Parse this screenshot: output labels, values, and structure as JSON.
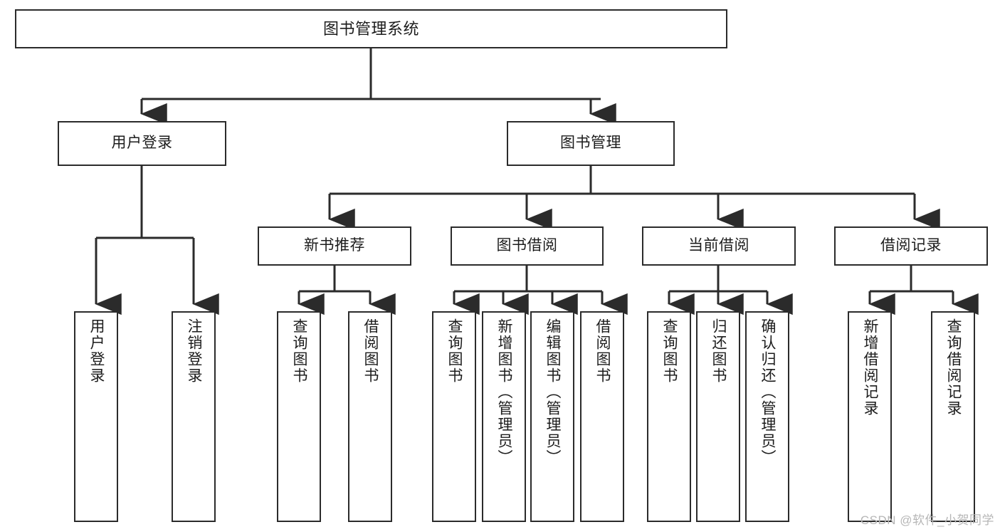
{
  "diagram": {
    "title": "图书管理系统",
    "type": "tree-hierarchy-chart",
    "watermark": "CSDN @软件_小贺同学",
    "colors": {
      "stroke": "#2b2b2b",
      "fill": "#ffffff",
      "text": "#1c1c1c",
      "watermark": "#b6b6b6"
    }
  },
  "nodes": {
    "root": {
      "label": "图书管理系统"
    },
    "level2": [
      {
        "id": "user-login",
        "label": "用户登录"
      },
      {
        "id": "book-manage",
        "label": "图书管理"
      }
    ],
    "level3": [
      {
        "id": "new-book-recommend",
        "label": "新书推荐"
      },
      {
        "id": "book-borrow",
        "label": "图书借阅"
      },
      {
        "id": "current-borrow",
        "label": "当前借阅"
      },
      {
        "id": "borrow-record",
        "label": "借阅记录"
      }
    ],
    "leaves": [
      {
        "id": "leaf-user-login",
        "label": "用户登录",
        "parent": "user-login"
      },
      {
        "id": "leaf-user-logout",
        "label": "注销登录",
        "parent": "user-login"
      },
      {
        "id": "leaf-query-book-1",
        "label": "查询图书",
        "parent": "new-book-recommend"
      },
      {
        "id": "leaf-borrow-book-1",
        "label": "借阅图书",
        "parent": "new-book-recommend"
      },
      {
        "id": "leaf-query-book-2",
        "label": "查询图书",
        "parent": "book-borrow"
      },
      {
        "id": "leaf-add-book",
        "label": "新增图书（管理员）",
        "parent": "book-borrow"
      },
      {
        "id": "leaf-edit-book",
        "label": "编辑图书（管理员）",
        "parent": "book-borrow"
      },
      {
        "id": "leaf-borrow-book-2",
        "label": "借阅图书",
        "parent": "book-borrow"
      },
      {
        "id": "leaf-query-book-3",
        "label": "查询图书",
        "parent": "current-borrow"
      },
      {
        "id": "leaf-return-book",
        "label": "归还图书",
        "parent": "current-borrow"
      },
      {
        "id": "leaf-confirm-return",
        "label": "确认归还（管理员）",
        "parent": "current-borrow"
      },
      {
        "id": "leaf-add-record",
        "label": "新增借阅记录",
        "parent": "borrow-record"
      },
      {
        "id": "leaf-query-record",
        "label": "查询借阅记录",
        "parent": "borrow-record"
      }
    ]
  }
}
